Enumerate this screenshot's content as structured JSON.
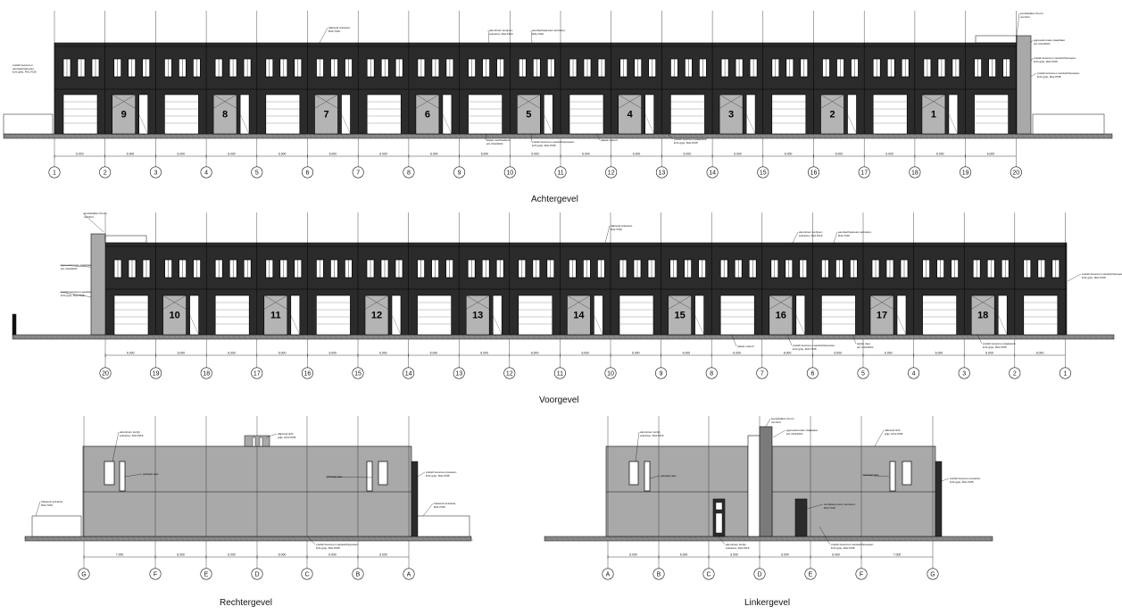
{
  "elevations": {
    "achtergevel": {
      "title": "Achtergevel",
      "grid_labels": [
        "1",
        "2",
        "3",
        "4",
        "5",
        "6",
        "7",
        "8",
        "9",
        "10",
        "11",
        "12",
        "13",
        "14",
        "15",
        "16",
        "17",
        "18",
        "19",
        "20"
      ],
      "unit_numbers": [
        "9",
        "8",
        "7",
        "6",
        "5",
        "4",
        "3",
        "2",
        "1"
      ],
      "dimension": "6.000",
      "notes": [
        "dakrand antraciet, RAL7016",
        "aluminium kozijnen antraciet, RAL7016",
        "sandwichpanelen antraciet, RAL7016",
        "prefab betonnen sandwichpanelen licht grijs, RAL7035",
        "gepoedercoate staalplaat wit, RAL9010",
        "loodsdakker therm. verzinkt",
        "prefab betonnen sandwichpanelen licht grijs, RAL7035",
        "stalen overheadeur wit, RAL9010",
        "prefab betonnen sandwichpanelen licht grijs, RAL7035",
        "plaats meterrr",
        "prefab betonnen plaatwerk licht grijs, RAL7035"
      ]
    },
    "voorgevel": {
      "title": "Voorgevel",
      "grid_labels": [
        "20",
        "19",
        "18",
        "17",
        "16",
        "15",
        "14",
        "13",
        "12",
        "11",
        "10",
        "9",
        "8",
        "7",
        "6",
        "5",
        "4",
        "3",
        "2",
        "1"
      ],
      "unit_numbers": [
        "10",
        "11",
        "12",
        "13",
        "14",
        "15",
        "16",
        "17",
        "18"
      ],
      "dimension": "6.000",
      "notes": [
        "loodsdakker therm. verzinkt",
        "gepoedercoate staalplaat wit, RAL9010",
        "prefab betonnen sandwichpanelen licht grijs, RAL7035",
        "dakrand antraciet, RAL7016",
        "aluminium kozijnen antraciet, RAL7016",
        "sandwichpanelen antraciet, RAL7016",
        "prefab betonnen sandwichpanelen licht grijs, RAL7035",
        "plaats meterrr",
        "prefab betonnen sandwichpanelen licht grijs, RAL7035",
        "stalen deur wit, RAL9010",
        "prefab betonnen plaatwerk licht grijs, RAL7035"
      ]
    },
    "rechtergevel": {
      "title": "Rechtergevel",
      "grid_labels": [
        "G",
        "F",
        "E",
        "D",
        "C",
        "B",
        "A"
      ],
      "dimensions": [
        "7.000",
        "6.000",
        "6.000",
        "6.000",
        "6.000",
        "6.000"
      ],
      "notes": [
        "aluminium kozijn antraciet, RAL7016",
        "dakrand licht grijs, RAL7035",
        "gelaagd glas",
        "gelaagd glas",
        "prefab betonnen panelen licht grijs, RAL7035",
        "hekwerk antraciet, RAL7016",
        "hekwerk antraciet, RAL7016",
        "prefab betonnen sandwichpanelen licht grijs, RAL7035"
      ]
    },
    "linkergevel": {
      "title": "Linkergevel",
      "grid_labels": [
        "A",
        "B",
        "C",
        "D",
        "E",
        "F",
        "G"
      ],
      "dimensions": [
        "6.000",
        "6.000",
        "6.000",
        "6.000",
        "6.000",
        "7.000"
      ],
      "notes": [
        "aluminium kozijn antraciet, RAL7016",
        "gelaagd glas",
        "loodsdakker therm. verzinkt",
        "gepoedercoate staalplaat wit, RAL9010",
        "dakrand licht grijs, RAL7035",
        "gelaagd glas",
        "prefab betonnen panelen licht grijs, RAL7035",
        "ventilatierooster antraciet, RAL7016",
        "aluminium kozijn antraciet, RAL7016",
        "prefab betonnen sandwichpanelen licht grijs, RAL7035"
      ]
    }
  },
  "colors": {
    "facade_dark": "#2b2b2b",
    "panel_grey": "#b4b4b4",
    "side_grey": "#a9a9a9",
    "ground": "#6f6f6f",
    "line": "#111111",
    "white": "#ffffff"
  }
}
